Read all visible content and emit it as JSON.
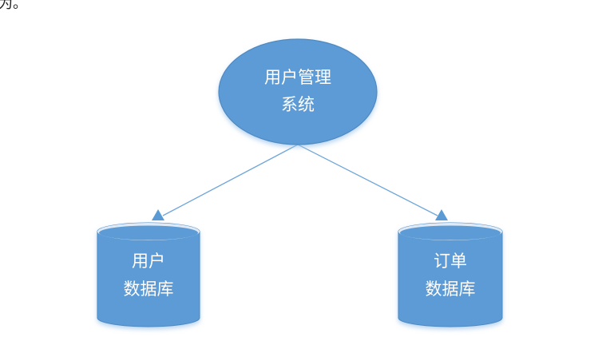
{
  "top_text": "为。",
  "colors": {
    "node_fill": "#5b9bd5",
    "node_stroke": "#4f8ac2",
    "top_highlight": "#dfeaf6",
    "edge": "#6fa6d9",
    "label": "#ffffff"
  },
  "nodes": {
    "system": {
      "line1": "用户管理",
      "line2": "系统"
    },
    "user_db": {
      "line1": "用户",
      "line2": "数据库"
    },
    "order_db": {
      "line1": "订单",
      "line2": "数据库"
    }
  }
}
